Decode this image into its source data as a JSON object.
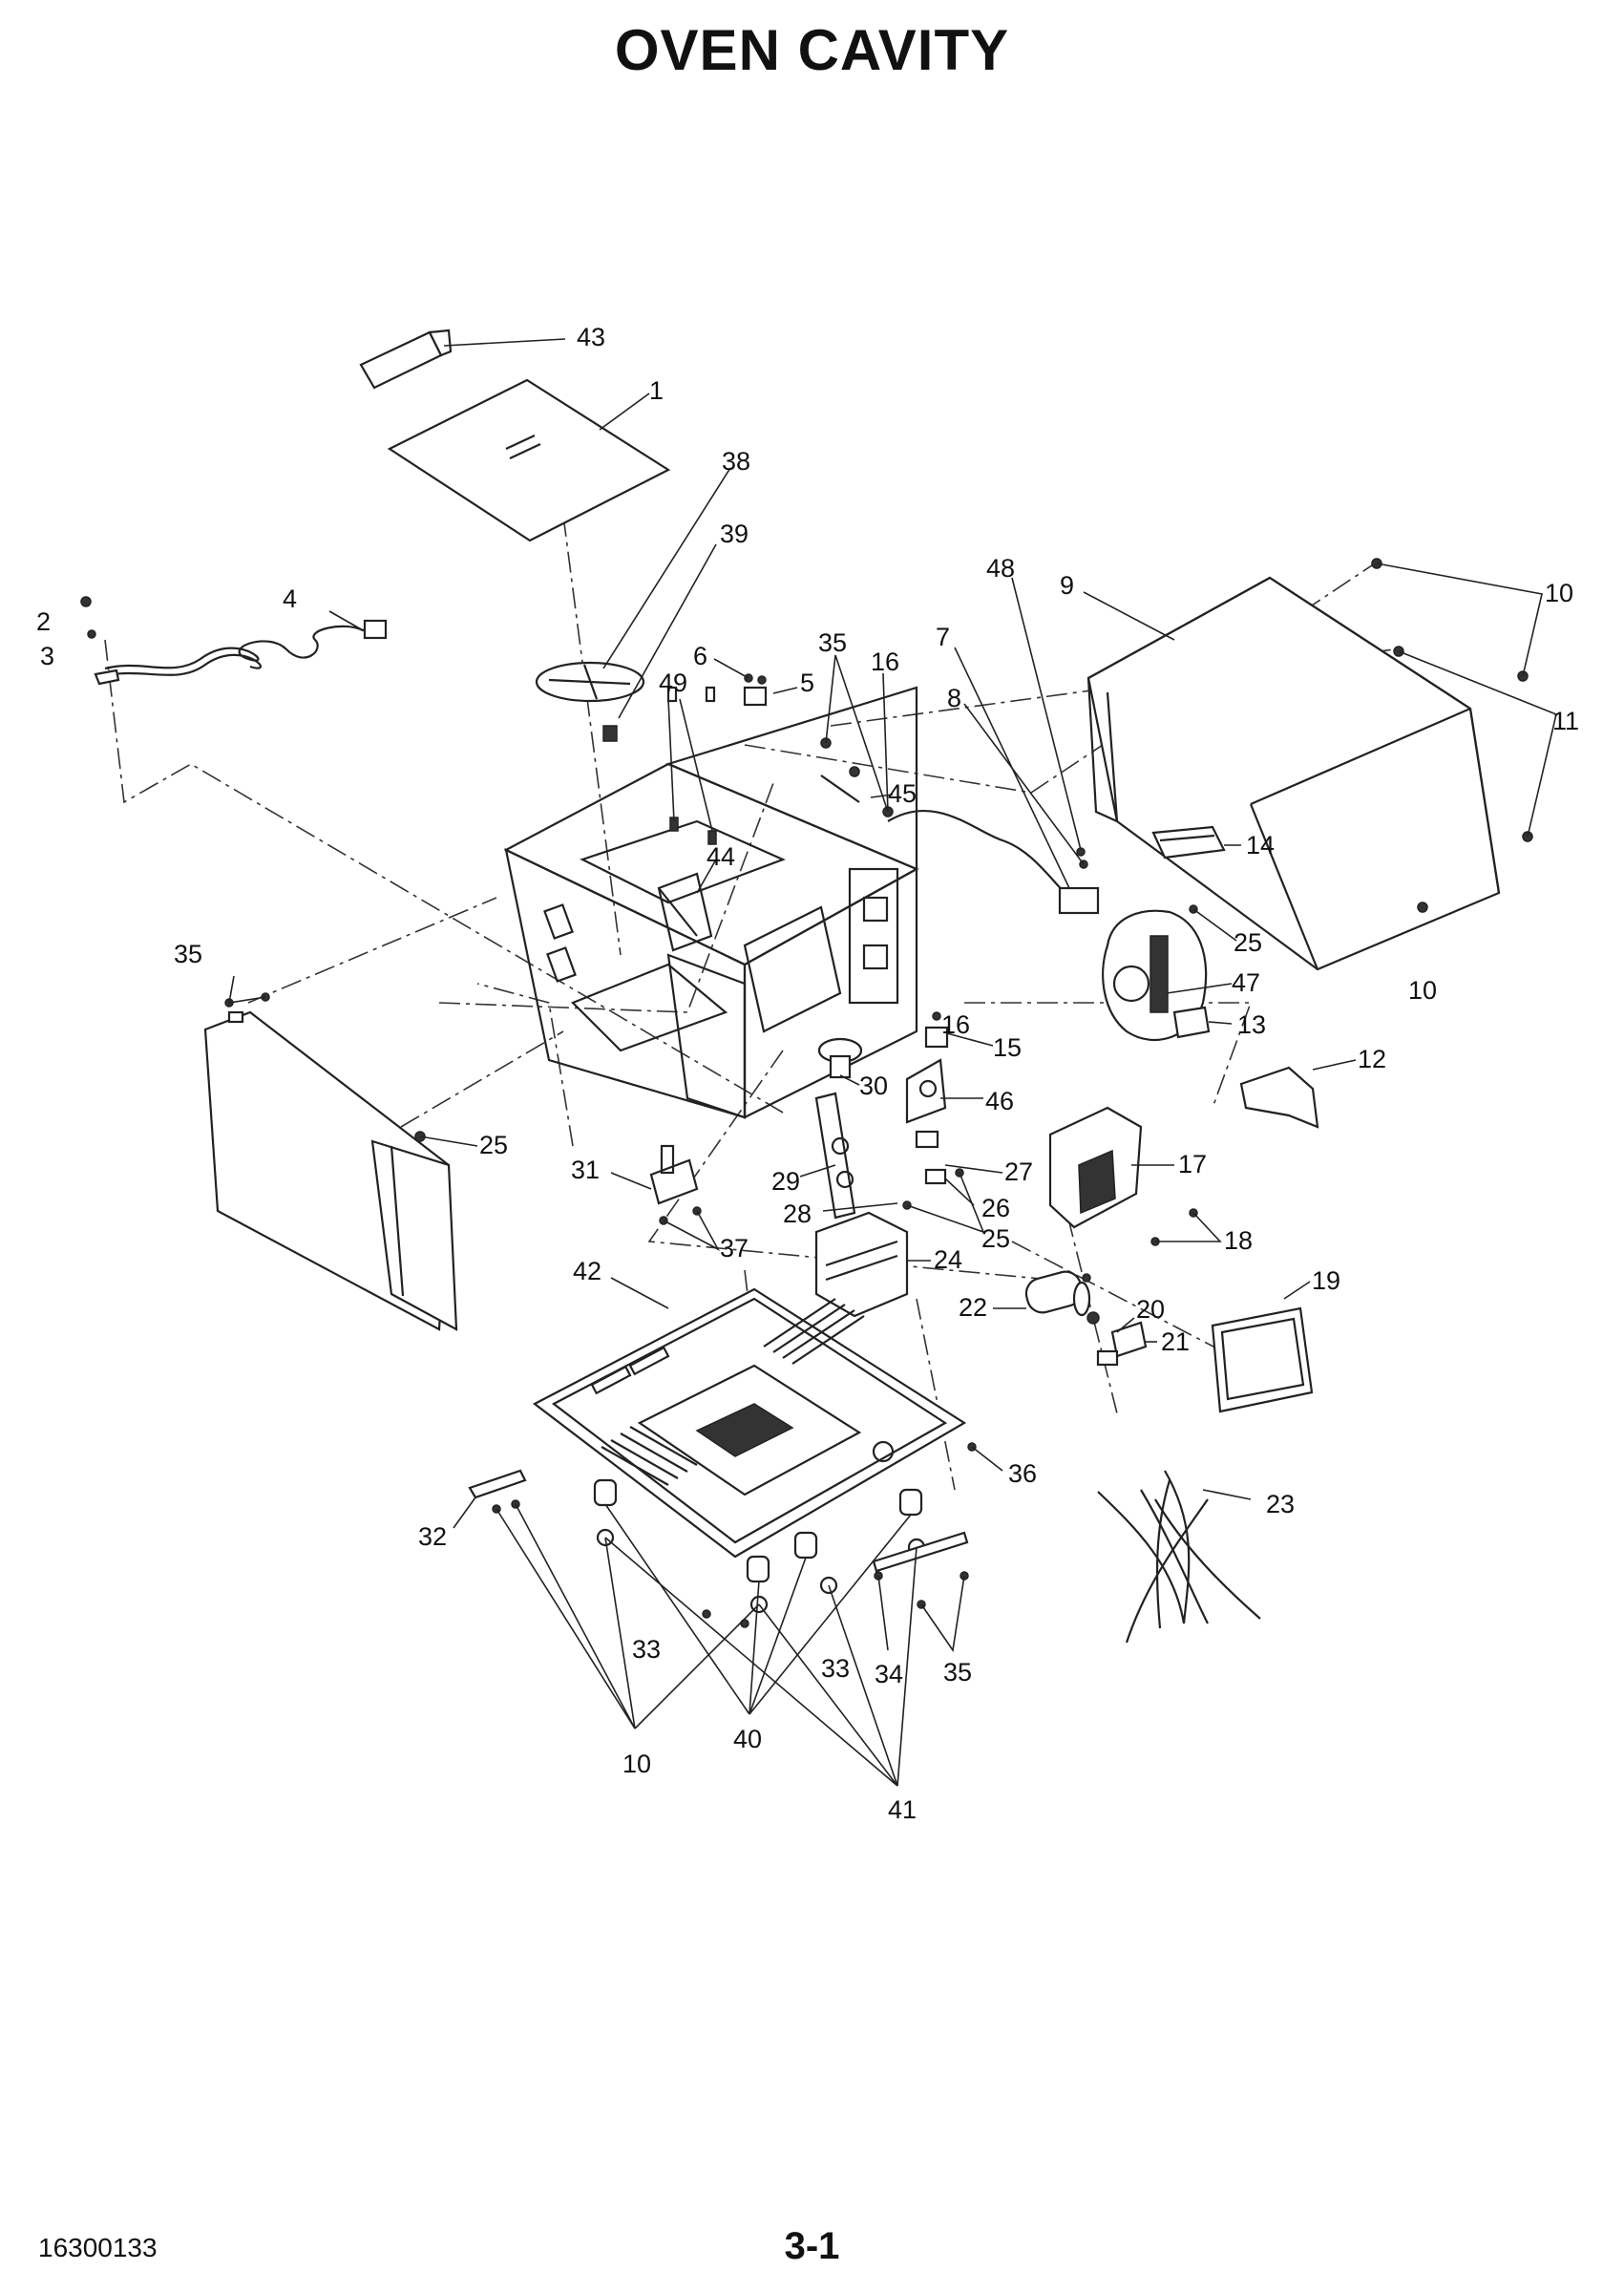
{
  "title": "OVEN CAVITY",
  "doc_number": "16300133",
  "page_number": "3-1",
  "callouts": {
    "c43": "43",
    "c1": "1",
    "c38": "38",
    "c39": "39",
    "c4": "4",
    "c2": "2",
    "c3": "3",
    "c48": "48",
    "c9": "9",
    "c10a": "10",
    "c11": "11",
    "c7": "7",
    "c8": "8",
    "c35a": "35",
    "c16a": "16",
    "c6": "6",
    "c5": "5",
    "c49": "49",
    "c45": "45",
    "c44": "44",
    "c14": "14",
    "c25a": "25",
    "c47": "47",
    "c10b": "10",
    "c13": "13",
    "c35b": "35",
    "c16b": "16",
    "c15": "15",
    "c30": "30",
    "c46": "46",
    "c12": "12",
    "c25b": "25",
    "c31": "31",
    "c17": "17",
    "c27": "27",
    "c29": "29",
    "c26": "26",
    "c28": "28",
    "c25c": "25",
    "c37": "37",
    "c18": "18",
    "c42": "42",
    "c24": "24",
    "c19": "19",
    "c22": "22",
    "c20": "20",
    "c21": "21",
    "c36": "36",
    "c23": "23",
    "c32": "32",
    "c33a": "33",
    "c33b": "33",
    "c34": "34",
    "c35c": "35",
    "c40": "40",
    "c10c": "10",
    "c41": "41"
  }
}
